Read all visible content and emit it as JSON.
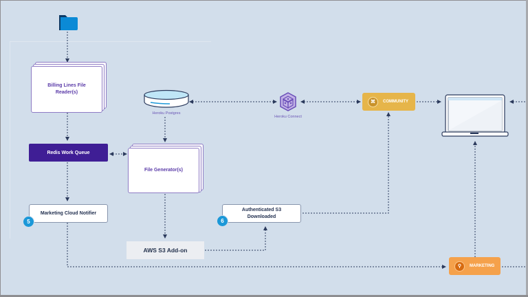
{
  "diagram": {
    "nodes": {
      "folder": {
        "icon": "folder-icon",
        "color": "#0b8ad6"
      },
      "billing_reader": {
        "label": "Billing Lines File Reader(s)"
      },
      "redis_queue": {
        "label": "Redis Work Queue",
        "color": "#3f1e95"
      },
      "marketing_notifier": {
        "label": "Marketing Cloud Notifier",
        "step": "5"
      },
      "heroku_postgres": {
        "label": "Heroku Postgres",
        "icon": "database-icon"
      },
      "file_generator": {
        "label": "File Generator(s)"
      },
      "aws_s3": {
        "label": "AWS S3 Add-on"
      },
      "authenticated_s3": {
        "label": "Authenticated S3 Downloaded",
        "step": "6"
      },
      "heroku_connect": {
        "label": "Heroku Connect",
        "icon": "heroku-connect-icon"
      },
      "community": {
        "label": "COMMUNITY",
        "icon": "community-icon",
        "color": "#e6b54a"
      },
      "laptop": {
        "icon": "laptop-icon"
      },
      "marketing": {
        "label": "MARKETING",
        "icon": "marketing-icon",
        "color": "#f5a14b"
      }
    },
    "edges": [
      {
        "from": "folder",
        "to": "billing_reader"
      },
      {
        "from": "billing_reader",
        "to": "redis_queue"
      },
      {
        "from": "redis_queue",
        "to": "marketing_notifier"
      },
      {
        "from": "redis_queue",
        "to": "file_generator",
        "bidirectional": true
      },
      {
        "from": "heroku_postgres",
        "to": "file_generator"
      },
      {
        "from": "file_generator",
        "to": "aws_s3"
      },
      {
        "from": "aws_s3",
        "to": "authenticated_s3"
      },
      {
        "from": "authenticated_s3",
        "to": "community"
      },
      {
        "from": "heroku_postgres",
        "to": "heroku_connect",
        "bidirectional": true
      },
      {
        "from": "heroku_connect",
        "to": "community",
        "bidirectional": true
      },
      {
        "from": "community",
        "to": "laptop"
      },
      {
        "from": "marketing_notifier",
        "to": "marketing"
      },
      {
        "from": "marketing",
        "to": "laptop"
      }
    ]
  }
}
